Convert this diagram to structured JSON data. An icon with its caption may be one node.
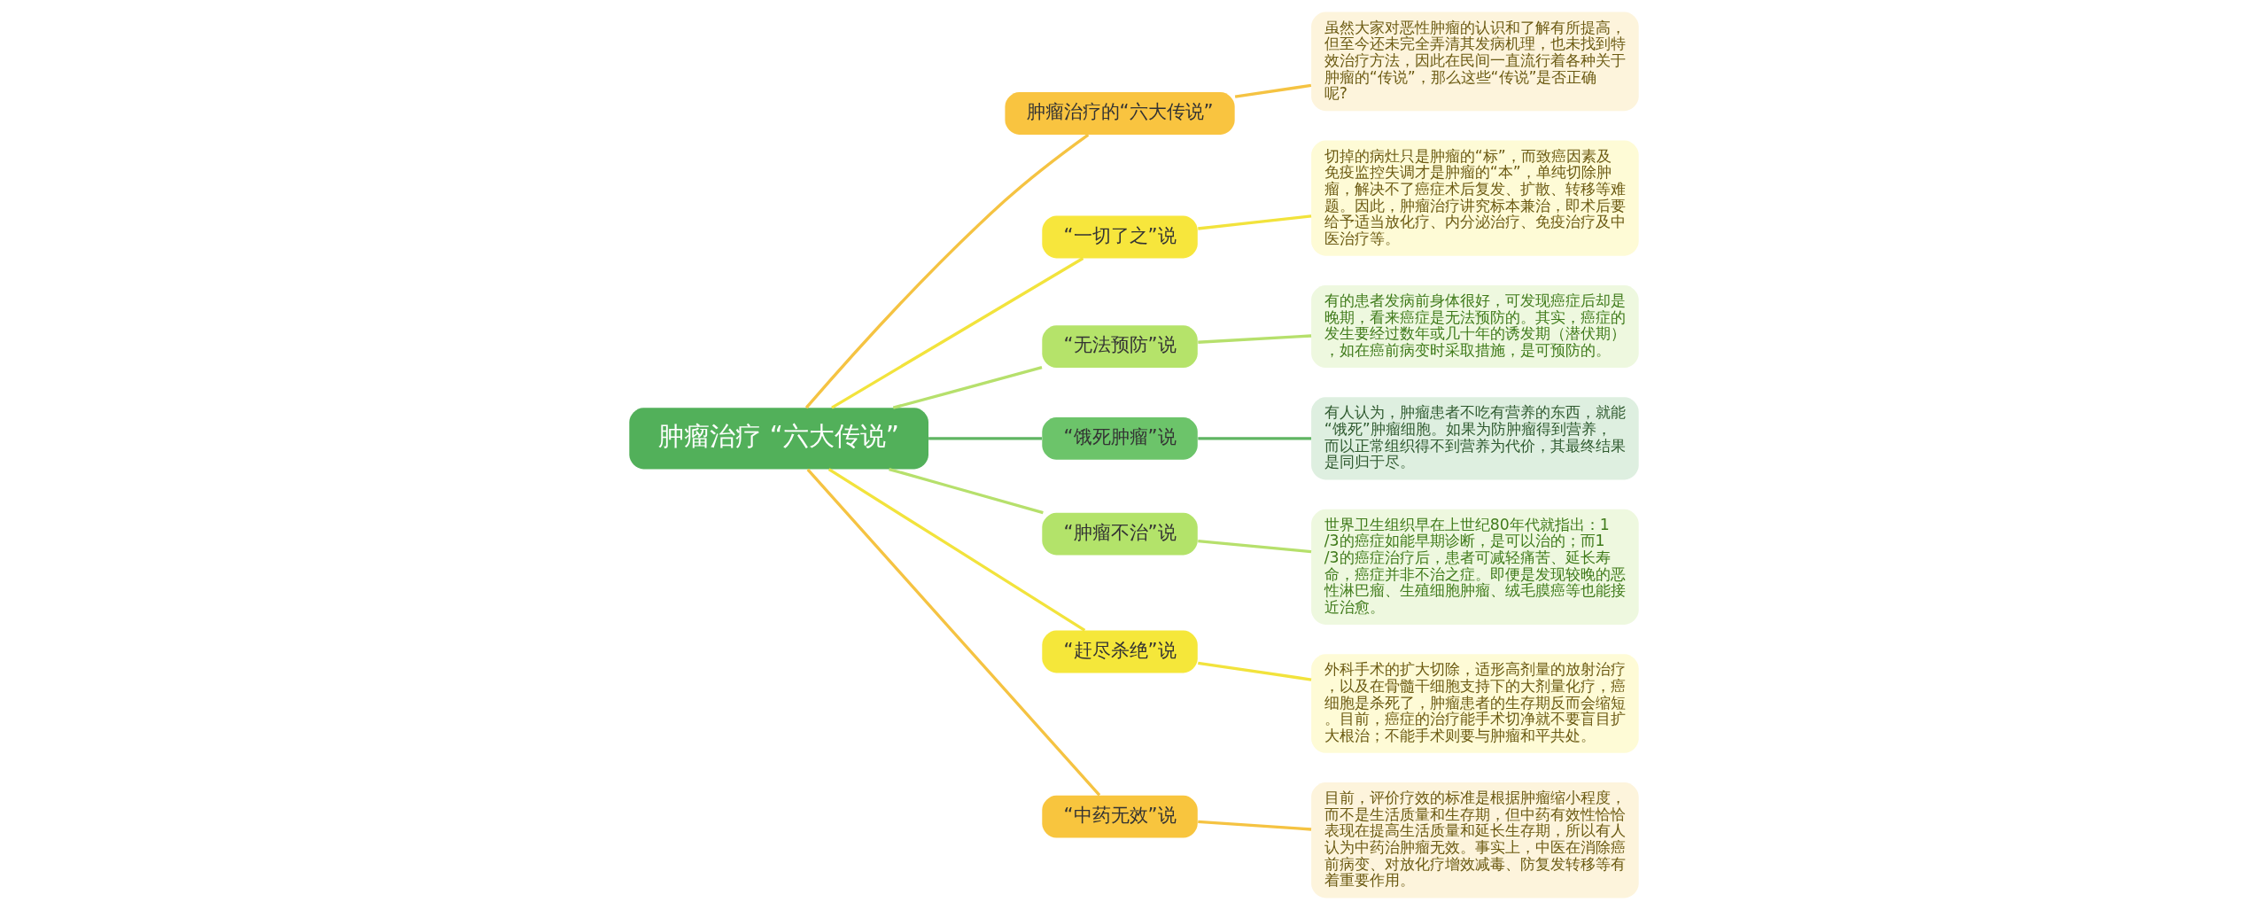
{
  "diagram": {
    "nodes": [
      {
        "text": [
          "肿瘤治疗 “六大传说”"
        ]
      },
      {
        "text": [
          "肿瘤治疗的“六大传说”"
        ]
      },
      {
        "text": [
          "虽然大家对恶性肿瘤的认识和了解有所提高，但至今还未完全弄清其发病机理，也未找到特效治疗方法，因此在民间一直流行着各种关于肿瘤的“传说”，那么这些“传说”是否正确呢?"
        ]
      },
      {
        "text": [
          "“一切了之”说"
        ]
      },
      {
        "text": [
          "切掉的病灶只是肿瘤的“标”，而致癌因素及免疫监控失调才是肿瘤的“本”，单纯切除肿瘤，解决不了癌症术后复发、扩散、转移等难题。因此，肿瘤治疗讲究标本兼治，即术后要给予适当放化疗、内分泌治疗、免疫治疗及中医治疗等。"
        ]
      },
      {
        "text": [
          "“无法预防”说"
        ]
      },
      {
        "text": [
          "有的患者发病前身体很好，可发现癌症后却是晚期，看来癌症是无法预防的。其实，癌症的发生要经过数年或几十年的诱发期（潜伏期），如在癌前病变时采取措施，是可预防的。"
        ]
      },
      {
        "text": [
          "“饿死肿瘤”说"
        ]
      },
      {
        "text": [
          "有人认为，肿瘤患者不吃有营养的东西，就能“饿死”肿瘤细胞。如果为防肿瘤得到营养，而以正常组织得不到营养为代价，其最终结果是同归于尽。"
        ]
      },
      {
        "text": [
          "“肿瘤不治”说"
        ]
      },
      {
        "text": [
          "世界卫生组织早在上世纪80年代就指出：1/3的癌症如能早期诊断，是可以治的；而1/3的癌症治疗后，患者可减轻痛苦、延长寿命，癌症并非不治之症。即便是发现较晚的恶性淋巴瘤、生殖细胞肿瘤、绒毛膜癌等也能接近治愈。"
        ]
      },
      {
        "text": [
          "“赶尽杀绝”说"
        ]
      },
      {
        "text": [
          "外科手术的扩大切除，适形高剂量的放射治疗，以及在骨髓干细胞支持下的大剂量化疗，癌细胞是杀死了，肿瘤患者的生存期反而会缩短。目前，癌症的治疗能手术切净就不要盲目扩大根治；不能手术则要与肿瘤和平共处。"
        ]
      },
      {
        "text": [
          "“中药无效”说"
        ]
      },
      {
        "text": [
          "目前，评价疗效的标准是根据肿瘤缩小程度，而不是生活质量和生存期，但中药有效性恰恰表现在提高生活质量和延长生存期，所以有人认为中药治肿瘤无效。事实上，中医在消除癌前病变、对放化疗增效减毒、防复发转移等有着重要作用。"
        ]
      }
    ],
    "edges": [
      {
        "from": 0,
        "to": 1,
        "arrow": "none",
        "color": "#f5c342"
      },
      {
        "from": 1,
        "to": 2,
        "arrow": "none",
        "color": "#f5c342"
      },
      {
        "from": 0,
        "to": 3,
        "arrow": "none",
        "color": "#f2e33c"
      },
      {
        "from": 3,
        "to": 4,
        "arrow": "none",
        "color": "#f2e33c"
      },
      {
        "from": 0,
        "to": 5,
        "arrow": "none",
        "color": "#b6e06c"
      },
      {
        "from": 5,
        "to": 6,
        "arrow": "none",
        "color": "#b6e06c"
      },
      {
        "from": 0,
        "to": 7,
        "arrow": "none",
        "color": "#5fb562"
      },
      {
        "from": 7,
        "to": 8,
        "arrow": "none",
        "color": "#5fb562"
      },
      {
        "from": 0,
        "to": 9,
        "arrow": "none",
        "color": "#b6e06c"
      },
      {
        "from": 9,
        "to": 10,
        "arrow": "none",
        "color": "#b6e06c"
      },
      {
        "from": 0,
        "to": 11,
        "arrow": "none",
        "color": "#f2e33c"
      },
      {
        "from": 11,
        "to": 12,
        "arrow": "none",
        "color": "#f2e33c"
      },
      {
        "from": 0,
        "to": 13,
        "arrow": "none",
        "color": "#f5c342"
      },
      {
        "from": 13,
        "to": 14,
        "arrow": "none",
        "color": "#f5c342"
      }
    ]
  }
}
